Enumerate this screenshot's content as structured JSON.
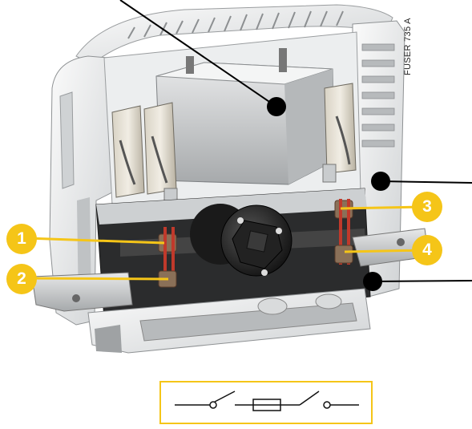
{
  "figure": {
    "side_label": "FUSER 735 A",
    "callouts": [
      {
        "number": "1"
      },
      {
        "number": "2"
      },
      {
        "number": "3"
      },
      {
        "number": "4"
      }
    ],
    "schematic_symbol": {
      "name": "fuse-switch-disconnector",
      "border_color": "#f5c518"
    }
  },
  "colors": {
    "accent": "#f5c518",
    "pointer": "#000000",
    "contact_red": "#c0392b"
  }
}
